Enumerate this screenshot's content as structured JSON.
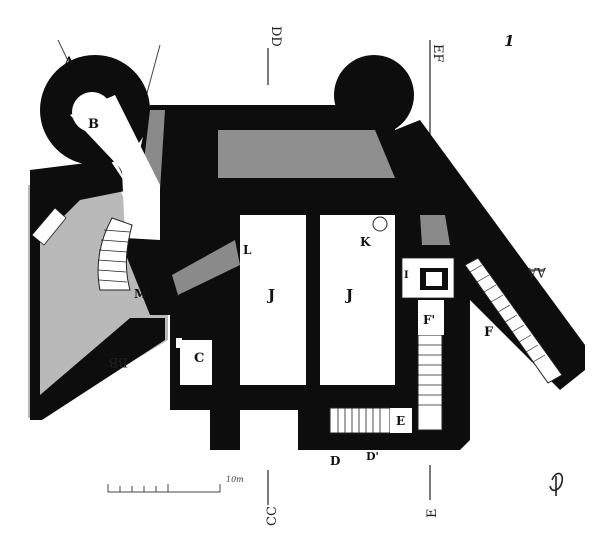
{
  "labels": {
    "A": "A",
    "B": "B",
    "C": "C",
    "D": "D",
    "D_prime": "D'",
    "E": "E",
    "F": "F",
    "F_prime": "F'",
    "I": "I",
    "J_left": "J",
    "J_right": "J",
    "K": "K",
    "L": "L",
    "M": "M",
    "BB": "BB",
    "AA": "AA",
    "CC": "CC",
    "DD": "DD",
    "EF": "EF",
    "E_bottom": "E",
    "figure_number": "1",
    "scale_unit": "10m"
  },
  "colors": {
    "wall": "#0d0d0d",
    "shade": "#9b9b9b",
    "courtyard": "#b7b7b7",
    "room": "#ffffff"
  }
}
